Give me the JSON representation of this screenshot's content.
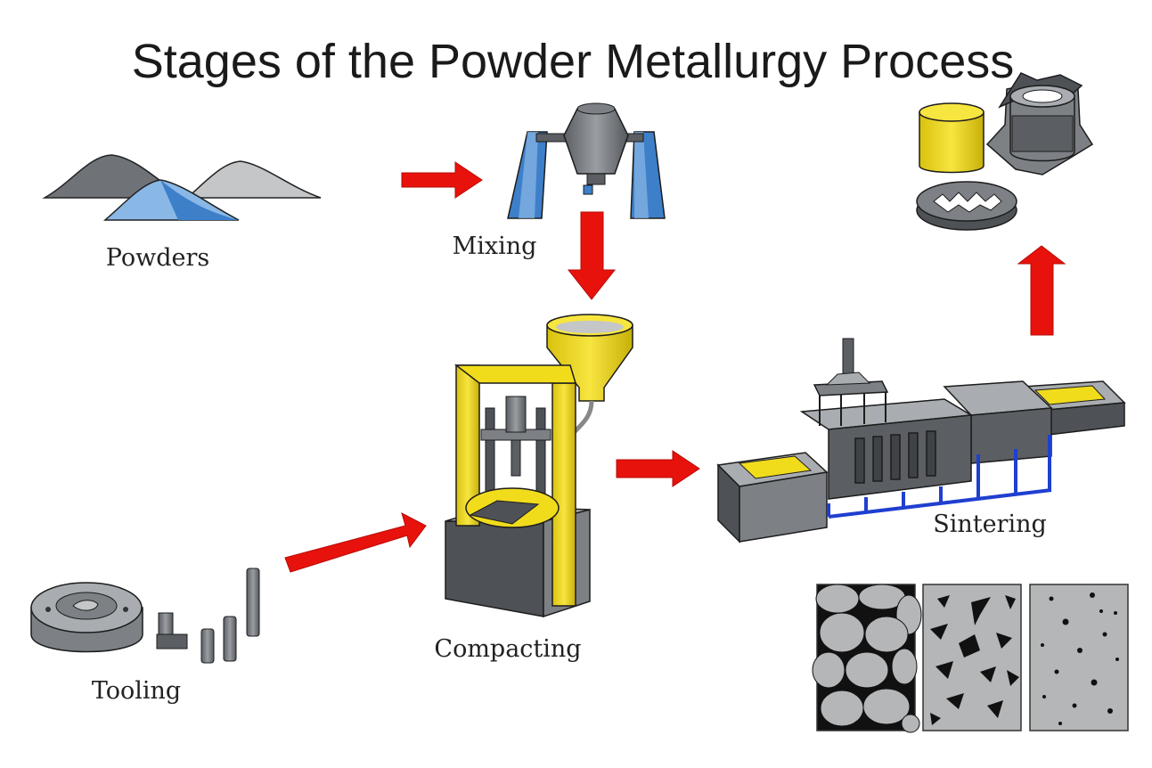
{
  "title": "Stages of the Powder Metallurgy Process",
  "stages": {
    "powders": "Powders",
    "mixing": "Mixing",
    "compacting": "Compacting",
    "tooling": "Tooling",
    "sintering": "Sintering"
  },
  "colors": {
    "arrow": "#e8120c",
    "metal_dark": "#4e5257",
    "metal_mid": "#7d8186",
    "metal_light": "#a9adb1",
    "yellow": "#f1dc1c",
    "yellow_dark": "#b9a20a",
    "blue": "#3d7fc9",
    "blue_light": "#8ab8e6",
    "micro_bg": "#b4b6b8",
    "outline": "#1c1c1c"
  }
}
